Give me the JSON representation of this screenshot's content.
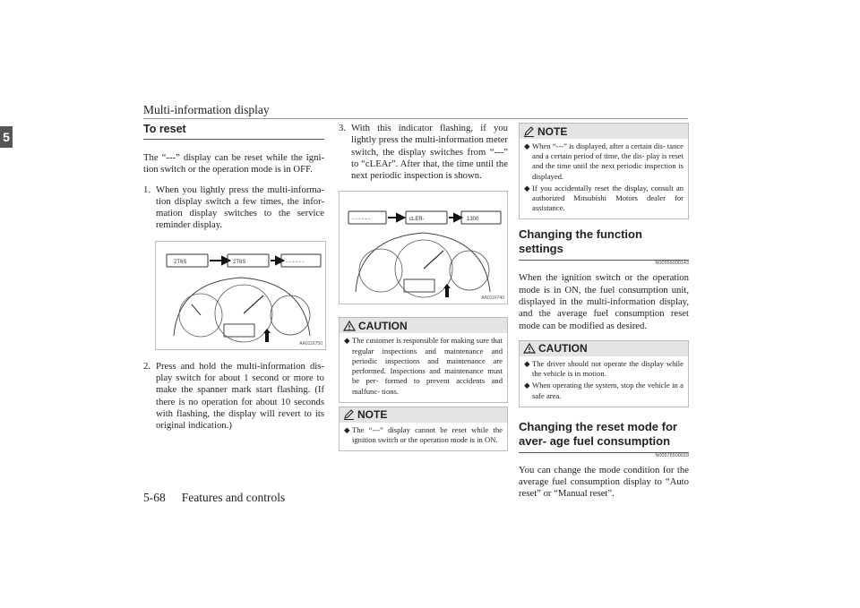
{
  "header": {
    "title": "Multi-information display",
    "chapter_tab": "5"
  },
  "footer": {
    "page_number": "5-68",
    "section": "Features and controls"
  },
  "col1": {
    "heading": "To reset",
    "intro": "The “---” display can be reset while the igni- tion switch or the operation mode is in OFF.",
    "step1_num": "1.",
    "step1": "When you lightly press the multi-informa- tion display switch a few times, the infor- mation display switches to the service reminder display.",
    "fig1": {
      "id": "AA0116750",
      "disp1": "2T6S",
      "disp2": "2T6S",
      "disp3": "- - - - - -"
    },
    "step2_num": "2.",
    "step2": "Press and hold the multi-information dis- play switch for about 1 second or more to make the spanner mark start flashing. (If there is no operation for about 10 seconds with flashing, the display will revert to its original indication.)"
  },
  "col2": {
    "step3_num": "3.",
    "step3": "With this indicator flashing, if you lightly press the multi-information meter switch, the display switches from “---” to “cLEAr”. After that, the time until the next periodic inspection is shown.",
    "fig2": {
      "id": "AA0116740",
      "disp1": "- - - - - -",
      "disp2": "cLER-",
      "disp3": "1300"
    },
    "caution": {
      "label": "CAUTION",
      "items": [
        "The customer is responsible for making sure that regular inspections and maintenance and periodic inspections and maintenance are performed. Inspections and maintenance must be per- formed to prevent accidents and malfunc- tions."
      ]
    },
    "note": {
      "label": "NOTE",
      "items": [
        "The “---” display cannot be reset while the ignition switch or the operation mode is in ON."
      ]
    }
  },
  "col3": {
    "note": {
      "label": "NOTE",
      "items": [
        "When “---” is displayed, after a certain dis- tance and a certain period of time, the dis- play is reset and the time until the next periodic inspection is displayed.",
        "If you accidentally reset the display, consult an authorized Mitsubishi Motors dealer for assistance."
      ]
    },
    "heading1": "Changing the function settings",
    "code1": "N00556000143",
    "para1": "When the ignition switch or the operation mode is in ON, the fuel consumption unit, displayed in the multi-information display, and the average fuel consumption reset mode can be modified as desired.",
    "caution": {
      "label": "CAUTION",
      "items": [
        "The driver should not operate the display while the vehicle is in motion.",
        "When operating the system, stop the vehicle in a safe area."
      ]
    },
    "heading2": "Changing the reset mode for aver- age fuel consumption",
    "code2": "N00575500019",
    "para2": "You can change the mode condition for the average fuel consumption display to “Auto reset” or “Manual reset”."
  },
  "icons": {
    "bullet": "filled-diamond",
    "caution": "warning-triangle",
    "note": "pencil"
  }
}
